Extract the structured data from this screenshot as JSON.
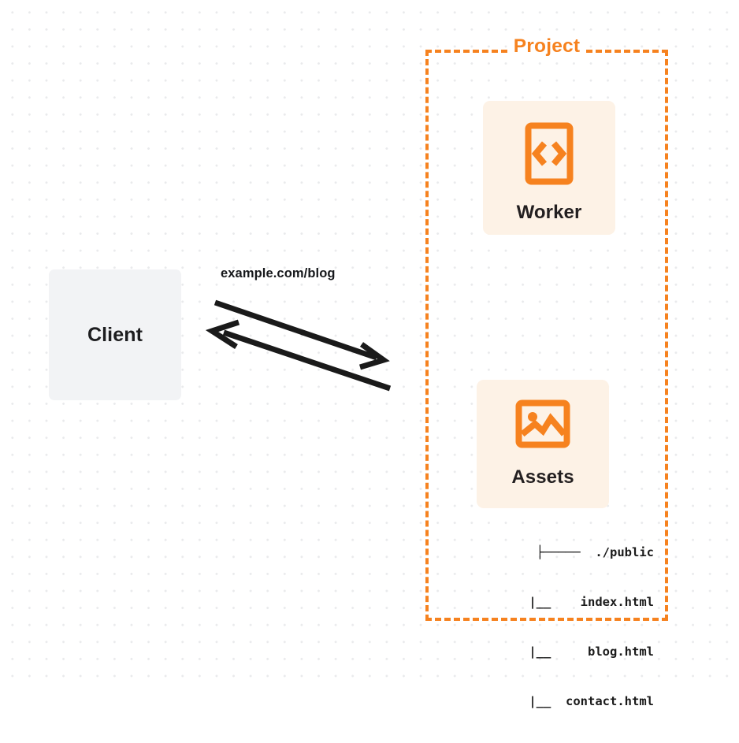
{
  "diagram": {
    "title": "Client to Cloudflare Worker and Assets request flow",
    "background": {
      "style": "dot-grid",
      "dot_color": "#e9eaec",
      "page_color": "#ffffff"
    },
    "colors": {
      "accent_orange": "#f6821f",
      "card_cream": "#fdf2e6",
      "client_gray": "#f2f3f5",
      "text_dark": "#1d1d1f",
      "stroke_black": "#1a1a1a"
    }
  },
  "client": {
    "label": "Client",
    "icon": "client-box"
  },
  "edges": {
    "request_label": "example.com/blog",
    "request_direction": "client-to-project",
    "response_direction": "project-to-client",
    "arrow_color": "#1a1a1a"
  },
  "project": {
    "title": "Project",
    "border_style": "dashed",
    "border_color": "#f6821f",
    "cards": [
      {
        "label": "Worker",
        "icon": "code-file-icon",
        "icon_color": "#f6821f",
        "background": "#fdf2e6"
      },
      {
        "label": "Assets",
        "icon": "image-icon",
        "icon_color": "#f6821f",
        "background": "#fdf2e6"
      }
    ],
    "file_tree": [
      "├─────  ./public",
      "   |__    index.html",
      "   |__     blog.html",
      "   |__  contact.html"
    ]
  }
}
